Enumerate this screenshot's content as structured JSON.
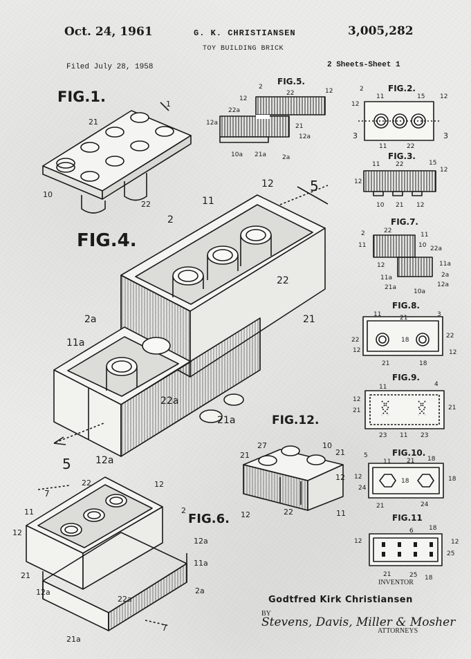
{
  "header": {
    "date": "Oct. 24, 1961",
    "inventor_short": "G. K. CHRISTIANSEN",
    "patent_number": "3,005,282",
    "title": "TOY BUILDING BRICK",
    "filed": "Filed July 28, 1958",
    "sheets": "2 Sheets-Sheet 1"
  },
  "figures": {
    "fig1": "FIG.1.",
    "fig2": "FIG.2.",
    "fig3": "FIG.3.",
    "fig4": "FIG.4.",
    "fig5": "FIG.5.",
    "fig6": "FIG.6.",
    "fig7": "FIG.7.",
    "fig8": "FIG.8.",
    "fig9": "FIG.9.",
    "fig10": "FIG.10.",
    "fig11": "FIG.11",
    "fig12": "FIG.12."
  },
  "signature": {
    "inventor_label": "INVENTOR",
    "inventor_name": "Godtfred Kirk Christiansen",
    "by": "BY",
    "attorneys_script": "Stevens, Davis, Miller & Mosher",
    "attorneys": "ATTORNEYS"
  },
  "numerals": {
    "n1": "1",
    "n2": "2",
    "n2a": "2a",
    "n3": "3",
    "n4": "4",
    "n5": "5",
    "n6": "6",
    "n7": "7",
    "n10": "10",
    "n10a": "10a",
    "n11": "11",
    "n11a": "11a",
    "n12": "12",
    "n12a": "12a",
    "n15": "15",
    "n18": "18",
    "n21": "21",
    "n21a": "21a",
    "n22": "22",
    "n22a": "22a",
    "n23": "23",
    "n24": "24",
    "n25": "25",
    "n27": "27"
  }
}
